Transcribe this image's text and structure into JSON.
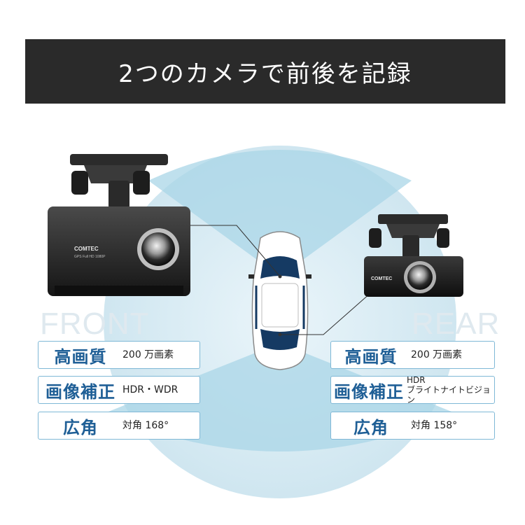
{
  "header": {
    "title": "2つのカメラで前後を記録"
  },
  "front": {
    "label": "FRONT",
    "brand": "COMTEC",
    "subtext": "GPS  Full HD  1080P",
    "specs": [
      {
        "title": "高画質",
        "value_lines": [
          "200 万画素"
        ]
      },
      {
        "title": "画像補正",
        "value_lines": [
          "HDR・WDR"
        ]
      },
      {
        "title": "広角",
        "value_lines": [
          "対角 168°"
        ]
      }
    ]
  },
  "rear": {
    "label": "REAR",
    "brand": "COMTEC",
    "specs": [
      {
        "title": "高画質",
        "value_lines": [
          "200 万画素"
        ]
      },
      {
        "title": "画像補正",
        "value_lines": [
          "HDR",
          "ブライトナイトビジョン"
        ]
      },
      {
        "title": "広角",
        "value_lines": [
          "対角 158°"
        ]
      }
    ]
  },
  "colors": {
    "banner_bg": "#2a2a2a",
    "accent_blue": "#1f5f96",
    "coverage_light": "#d7ecf3",
    "coverage_beam": "#a8d4e6",
    "spec_border": "#7fb8d6"
  },
  "icons": [
    "front-dashcam-icon",
    "rear-camera-icon",
    "car-top-view-icon"
  ]
}
